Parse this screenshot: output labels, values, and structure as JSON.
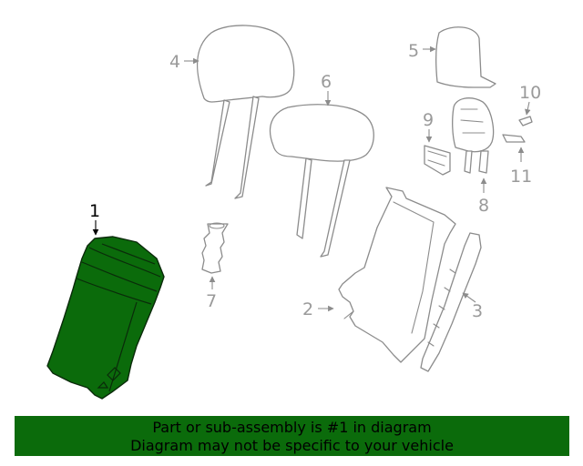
{
  "callouts": {
    "c1": "1",
    "c2": "2",
    "c3": "3",
    "c4": "4",
    "c5": "5",
    "c6": "6",
    "c7": "7",
    "c8": "8",
    "c9": "9",
    "c10": "10",
    "c11": "11"
  },
  "highlight": {
    "part": "1",
    "color": "#0b6b0b"
  },
  "banner": {
    "line1": "Part or sub-assembly is #1 in diagram",
    "line2": "Diagram may not be specific to your vehicle"
  }
}
